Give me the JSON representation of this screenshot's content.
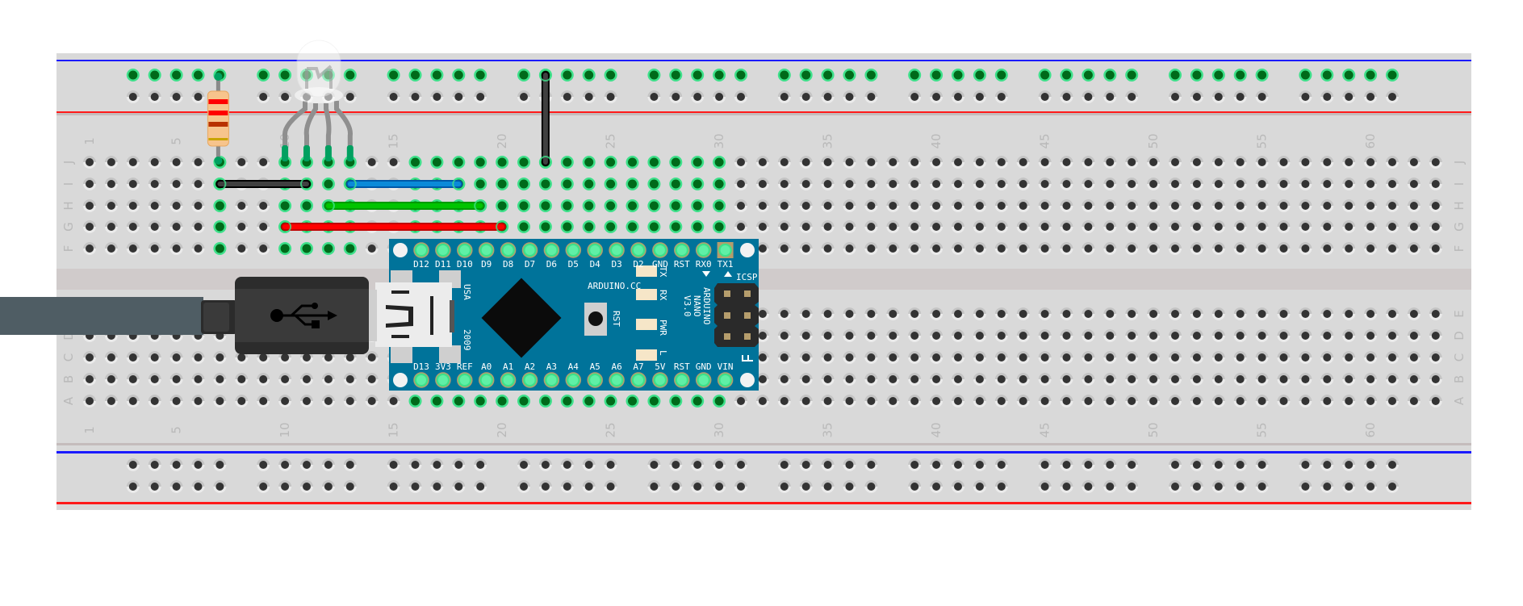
{
  "breadboard": {
    "columns": 63,
    "rows_top": [
      "J",
      "I",
      "H",
      "G",
      "F"
    ],
    "rows_bottom": [
      "E",
      "D",
      "C",
      "B",
      "A"
    ],
    "column_labels": [
      "1",
      "5",
      "10",
      "15",
      "20",
      "25",
      "30",
      "35",
      "40",
      "45",
      "50",
      "55",
      "60"
    ],
    "rail_groups": [
      [
        3,
        7
      ],
      [
        9,
        13
      ],
      [
        15,
        19
      ],
      [
        21,
        25
      ],
      [
        27,
        31
      ],
      [
        33,
        37
      ],
      [
        39,
        43
      ],
      [
        45,
        49
      ],
      [
        51,
        55
      ],
      [
        57,
        61
      ]
    ],
    "highlighted_columns_top": [
      7,
      10,
      11,
      12,
      13,
      16,
      17,
      18,
      19,
      20,
      21,
      22,
      23,
      24,
      25,
      26,
      27,
      28,
      29,
      30
    ],
    "highlighted_columns_bottom": [
      16,
      17,
      18,
      19,
      20,
      21,
      22,
      23,
      24,
      25,
      26,
      27,
      28,
      29,
      30
    ],
    "top_rail_highlighted_row": 1,
    "colors": {
      "board": "#d9d9d9",
      "channel": "#d0cbcb",
      "rail_blue": "#1a1aff",
      "rail_red": "#ff1a1a",
      "hole": "#333333",
      "hole_active": "#006a1a",
      "hole_active_ring": "#3ee08a"
    }
  },
  "wires": [
    {
      "name": "black-wire-i7-i11",
      "color": "#404040",
      "edge": "#000000",
      "from": {
        "row": "I",
        "col": 7
      },
      "to": {
        "row": "I",
        "col": 11
      }
    },
    {
      "name": "blue-wire-i13-i18",
      "color": "#0a8ad9",
      "edge": "#0058a8",
      "from": {
        "row": "I",
        "col": 13
      },
      "to": {
        "row": "I",
        "col": 18
      }
    },
    {
      "name": "green-wire-h12-h19",
      "color": "#00c400",
      "edge": "#009a00",
      "from": {
        "row": "H",
        "col": 12
      },
      "to": {
        "row": "H",
        "col": 19
      }
    },
    {
      "name": "red-wire-g10-g20",
      "color": "#ff0000",
      "edge": "#c00000",
      "from": {
        "row": "G",
        "col": 10
      },
      "to": {
        "row": "G",
        "col": 20
      }
    },
    {
      "name": "black-wire-rail-j22",
      "color": "#404040",
      "edge": "#000000",
      "from": {
        "row": "RAIL1",
        "col": 22
      },
      "to": {
        "row": "J",
        "col": 22
      }
    }
  ],
  "resistor": {
    "from": {
      "row": "RAIL1",
      "col": 7
    },
    "to": {
      "row": "J",
      "col": 7
    },
    "bands": [
      "#ff0000",
      "#ff0000",
      "#b83200",
      "#c9a400"
    ],
    "body": "#f7c48c"
  },
  "rgb_led": {
    "legs": [
      10,
      11,
      12,
      13
    ],
    "row": "J"
  },
  "arduino": {
    "model_lines": [
      "ARDUINO",
      "NANO",
      "V3.0"
    ],
    "site": "ARDUINO.CC",
    "usa": "USA",
    "year": "2009",
    "reset_label": "RST",
    "icsp_label": "ICSP",
    "top_pins": [
      "D12",
      "D11",
      "D10",
      "D9",
      "D8",
      "D7",
      "D6",
      "D5",
      "D4",
      "D3",
      "D2",
      "GND",
      "RST",
      "RX0",
      "TX1"
    ],
    "bottom_pins": [
      "D13",
      "3V3",
      "REF",
      "A0",
      "A1",
      "A2",
      "A3",
      "A4",
      "A5",
      "A6",
      "A7",
      "5V",
      "RST",
      "GND",
      "VIN"
    ],
    "leds": [
      "TX",
      "RX",
      "PWR",
      "L"
    ],
    "color": "#00739a"
  },
  "usb_cable": {
    "icon": "usb-icon",
    "cable_color": "#4f5d64",
    "plug_color": "#3a3a3a"
  }
}
